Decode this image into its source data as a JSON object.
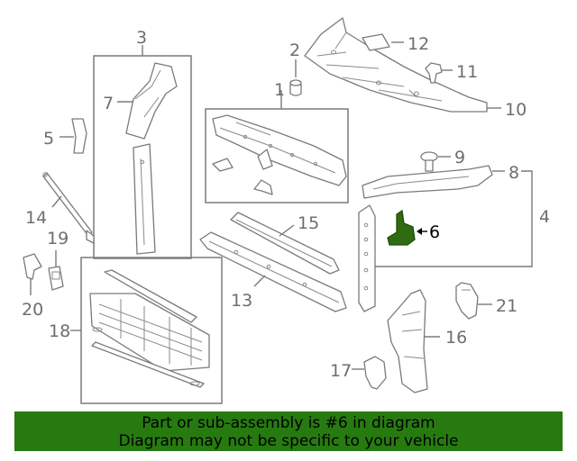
{
  "diagram": {
    "callouts": {
      "c1": "1",
      "c2": "2",
      "c3": "3",
      "c4": "4",
      "c5": "5",
      "c6": "6",
      "c7": "7",
      "c8": "8",
      "c9": "9",
      "c10": "10",
      "c11": "11",
      "c12": "12",
      "c13": "13",
      "c14": "14",
      "c15": "15",
      "c16": "16",
      "c17": "17",
      "c18": "18",
      "c19": "19",
      "c20": "20",
      "c21": "21"
    },
    "highlighted_part": "6",
    "highlight_color": "#2e6b12",
    "line_color": "#7a7a7a"
  },
  "banner": {
    "line1": "Part or sub-assembly is #6 in diagram",
    "line2": "Diagram may not be specific to your vehicle",
    "background": "#277a10"
  }
}
